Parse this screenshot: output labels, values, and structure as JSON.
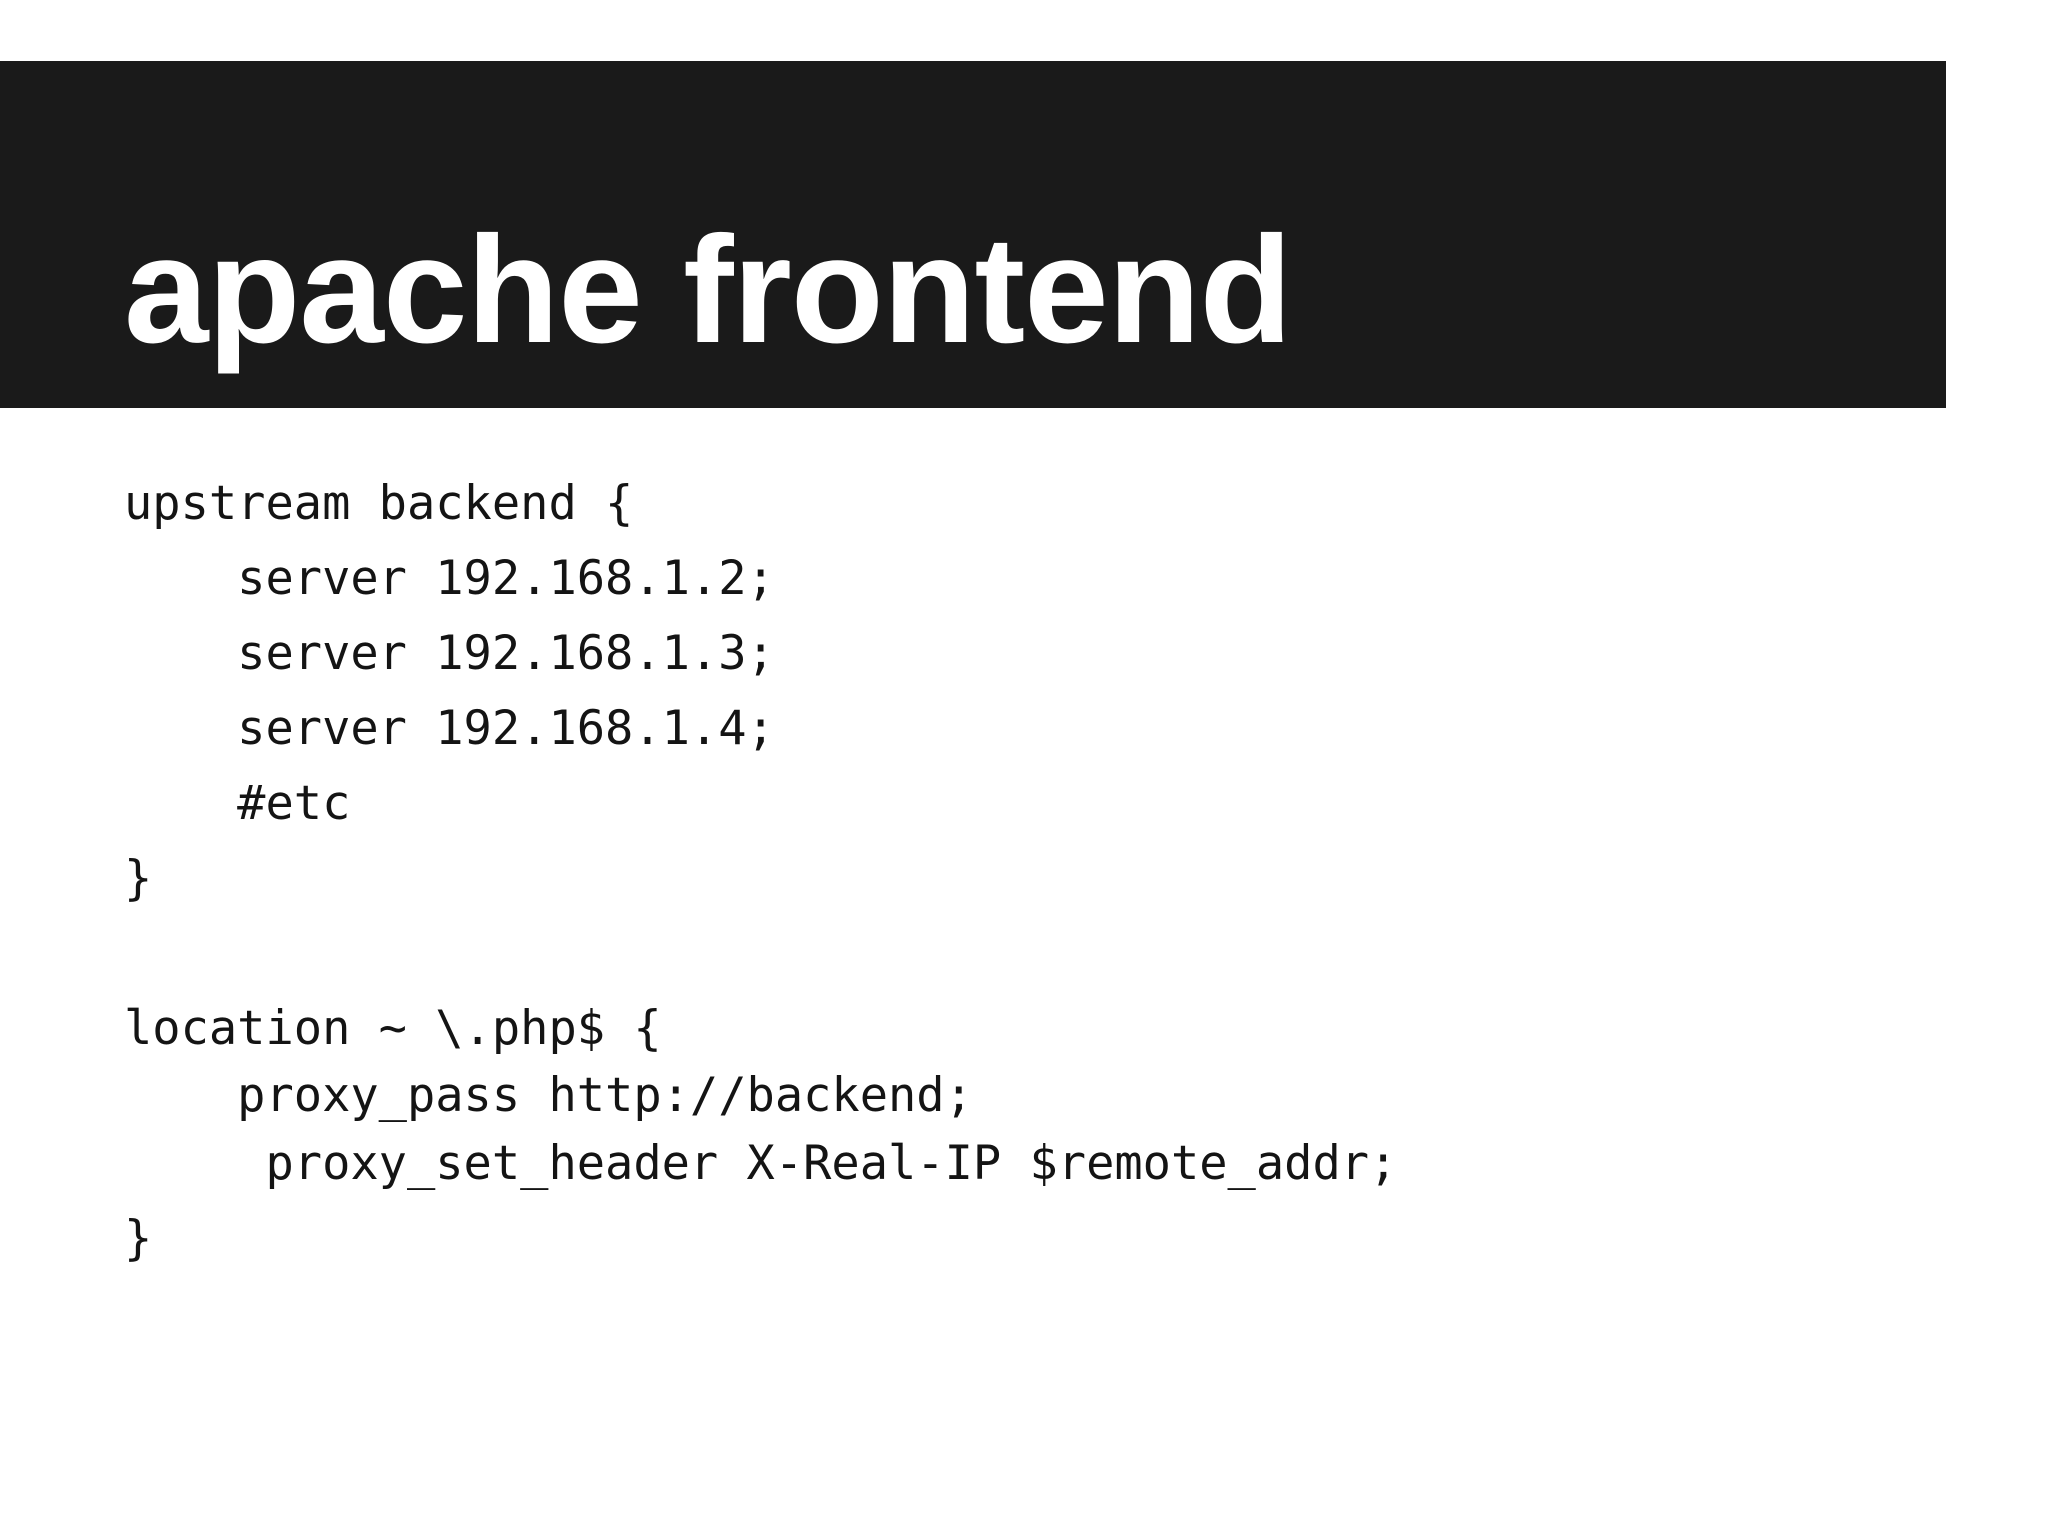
{
  "slide": {
    "background_color": "#ffffff",
    "banner_color": "#1a1a1a",
    "title_color": "#ffffff",
    "code_color": "#141414"
  },
  "header": {
    "title": "apache frontend"
  },
  "code": {
    "language": "nginx-config",
    "lines": [
      {
        "text": "upstream backend {",
        "spacing": "normal"
      },
      {
        "text": "    server 192.168.1.2;",
        "spacing": "normal"
      },
      {
        "text": "    server 192.168.1.3;",
        "spacing": "normal"
      },
      {
        "text": "    server 192.168.1.4;",
        "spacing": "normal"
      },
      {
        "text": "    #etc",
        "spacing": "normal"
      },
      {
        "text": "}",
        "spacing": "normal"
      },
      {
        "text": "",
        "spacing": "blank"
      },
      {
        "text": "location ~ \\.php$ {",
        "spacing": "normal"
      },
      {
        "text": "    proxy_pass http://backend;",
        "spacing": "tight"
      },
      {
        "text": "     proxy_set_header X-Real-IP $remote_addr;",
        "spacing": "normal"
      },
      {
        "text": "}",
        "spacing": "normal"
      }
    ]
  }
}
